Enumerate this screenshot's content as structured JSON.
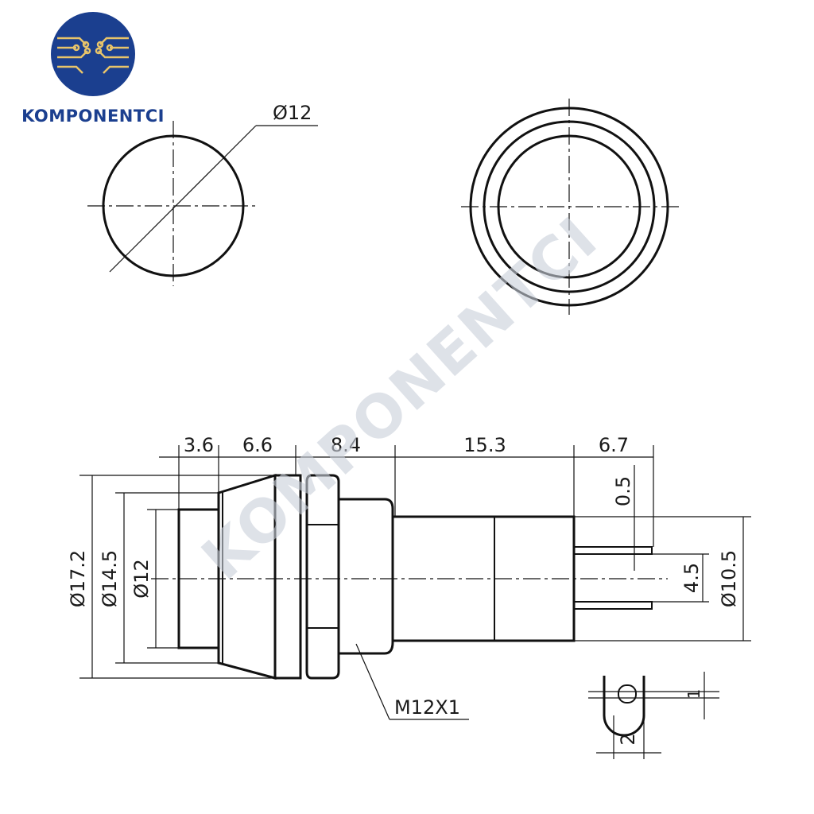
{
  "brand": {
    "name": "KOMPONENTCI",
    "watermark": "KOMPONENTCI",
    "colors": {
      "logo_blue": "#1b3f8f",
      "circuit_gold": "#e8c46a"
    }
  },
  "front_view": {
    "diameter_label": "Ø12"
  },
  "side_view": {
    "lengths": [
      "3.6",
      "6.6",
      "8.4",
      "15.3",
      "6.7"
    ],
    "diameters": [
      "Ø17.2",
      "Ø14.5",
      "Ø12"
    ],
    "right_diameter": "Ø10.5",
    "pin_thickness": "0.5",
    "pin_spacing": "4.5",
    "thread_label": "M12X1"
  },
  "terminal_detail": {
    "width": "2",
    "hole": "1"
  }
}
